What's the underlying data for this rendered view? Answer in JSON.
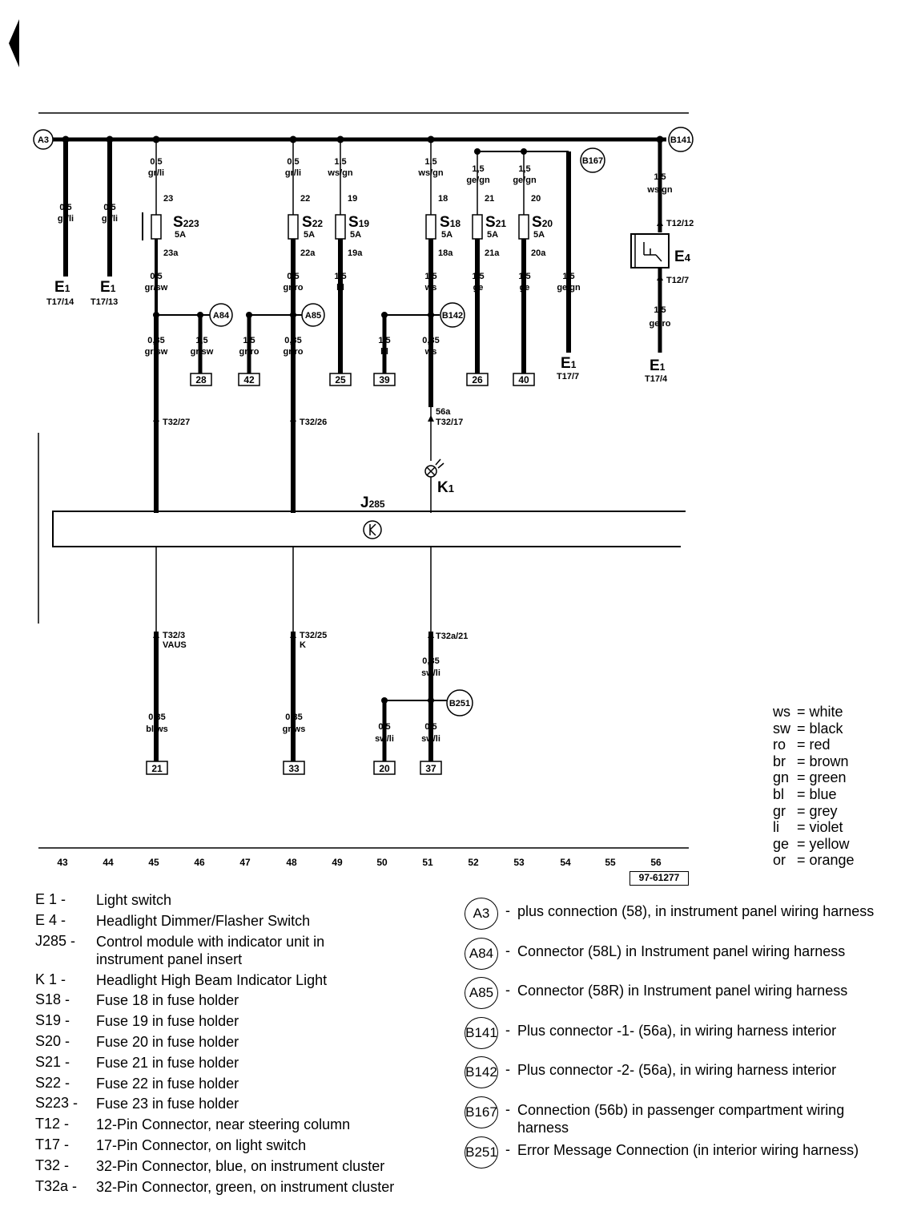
{
  "diagram": {
    "bus_nodes": [
      {
        "id": "a3",
        "label": "A3"
      },
      {
        "id": "b141",
        "label": "B141"
      },
      {
        "id": "b167",
        "label": "B167"
      },
      {
        "id": "a84",
        "label": "A84"
      },
      {
        "id": "a85",
        "label": "A85"
      },
      {
        "id": "b142",
        "label": "B142"
      },
      {
        "id": "b251",
        "label": "B251"
      }
    ],
    "wire_labels": {
      "w1": [
        "0,5",
        "gr/li"
      ],
      "w2": [
        "0,5",
        "gr/li"
      ],
      "w3a": [
        "0,5",
        "gr/li"
      ],
      "w3b": [
        "0,5",
        "gr/sw"
      ],
      "w3c": [
        "0,35",
        "gr/sw"
      ],
      "w4": [
        "1,5",
        "gr/sw"
      ],
      "w5": [
        "1,5",
        "gr/ro"
      ],
      "w6a": [
        "0,5",
        "gr/li"
      ],
      "w6b": [
        "0,5",
        "gr/ro"
      ],
      "w6c": [
        "0,35",
        "gr/ro"
      ],
      "w7a": [
        "1,5",
        "ws/gn"
      ],
      "w7b": [
        "1,5",
        "bl"
      ],
      "w8": [
        "1,5",
        "bl"
      ],
      "w9a": [
        "1,5",
        "ws/gn"
      ],
      "w9b": [
        "1,5",
        "ws"
      ],
      "w9c": [
        "0,35",
        "ws"
      ],
      "w10a": [
        "1,5",
        "ge/gn"
      ],
      "w10b": [
        "1,5",
        "ge"
      ],
      "w11a": [
        "1,5",
        "ge/gn"
      ],
      "w11b": [
        "1,5",
        "ge"
      ],
      "w12": [
        "1,5",
        "ge/gn"
      ],
      "w13a": [
        "1,5",
        "ws/gn"
      ],
      "w13b": [
        "1,5",
        "ge/ro"
      ],
      "w14": [
        "0,35",
        "bl/ws"
      ],
      "w15": [
        "0,35",
        "gr/ws"
      ],
      "w16": [
        "0,5",
        "sw/li"
      ],
      "w17a": [
        "0,35",
        "sw/li"
      ],
      "w17b": [
        "0,5",
        "sw/li"
      ]
    },
    "fuses": [
      {
        "name": "S",
        "sub": "223",
        "rating": "5A",
        "in": "23",
        "out": "23a"
      },
      {
        "name": "S",
        "sub": "22",
        "rating": "5A",
        "in": "22",
        "out": "22a"
      },
      {
        "name": "S",
        "sub": "19",
        "rating": "5A",
        "in": "19",
        "out": "19a"
      },
      {
        "name": "S",
        "sub": "18",
        "rating": "5A",
        "in": "18",
        "out": "18a"
      },
      {
        "name": "S",
        "sub": "21",
        "rating": "5A",
        "in": "21",
        "out": "21a"
      },
      {
        "name": "S",
        "sub": "20",
        "rating": "5A",
        "in": "20",
        "out": "20a"
      }
    ],
    "e1_terminals": [
      {
        "name": "E",
        "sub": "1",
        "pin": "T17/14"
      },
      {
        "name": "E",
        "sub": "1",
        "pin": "T17/13"
      },
      {
        "name": "E",
        "sub": "1",
        "pin": "T17/7"
      },
      {
        "name": "E",
        "sub": "1",
        "pin": "T17/4"
      }
    ],
    "e4": {
      "name": "E",
      "sub": "4",
      "pin_in": "T12/12",
      "pin_out": "T12/7"
    },
    "ground_boxes": [
      "28",
      "42",
      "25",
      "39",
      "26",
      "40",
      "21",
      "33",
      "20",
      "37"
    ],
    "connector_pins": {
      "t32_27": "T32/27",
      "t32_26": "T32/26",
      "t32_17a": "56a",
      "t32_17": "T32/17",
      "t32_3": "T32/3",
      "t32_3b": "VAUS",
      "t32_25": "T32/25",
      "t32_25b": "K",
      "t32a_21": "T32a/21"
    },
    "k1": {
      "name": "K",
      "sub": "1"
    },
    "j285": {
      "name": "J",
      "sub": "285"
    },
    "columns": [
      "43",
      "44",
      "45",
      "46",
      "47",
      "48",
      "49",
      "50",
      "51",
      "52",
      "53",
      "54",
      "55",
      "56"
    ],
    "ref_code": "97-61277"
  },
  "color_legend": [
    {
      "abbr": "ws",
      "name": "white"
    },
    {
      "abbr": "sw",
      "name": "black"
    },
    {
      "abbr": "ro",
      "name": "red"
    },
    {
      "abbr": "br",
      "name": "brown"
    },
    {
      "abbr": "gn",
      "name": "green"
    },
    {
      "abbr": "bl",
      "name": "blue"
    },
    {
      "abbr": "gr",
      "name": "grey"
    },
    {
      "abbr": "li",
      "name": "violet"
    },
    {
      "abbr": "ge",
      "name": "yellow"
    },
    {
      "abbr": "or",
      "name": "orange"
    }
  ],
  "components": [
    {
      "code": "E 1 -",
      "desc": "Light switch"
    },
    {
      "code": "E 4 -",
      "desc": "Headlight Dimmer/Flasher Switch"
    },
    {
      "code": "J285 -",
      "desc": "Control module with indicator unit in instrument panel insert"
    },
    {
      "code": "K 1 -",
      "desc": "Headlight High Beam Indicator Light"
    },
    {
      "code": "S18   -",
      "desc": "Fuse 18 in fuse holder"
    },
    {
      "code": "S19   -",
      "desc": "Fuse 19 in fuse holder"
    },
    {
      "code": "S20   -",
      "desc": "Fuse 20 in fuse holder"
    },
    {
      "code": "S21   -",
      "desc": "Fuse 21 in fuse holder"
    },
    {
      "code": "S22   -",
      "desc": "Fuse 22 in fuse holder"
    },
    {
      "code": "S223 -",
      "desc": "Fuse 23 in fuse holder"
    },
    {
      "code": "T12   -",
      "desc": "12-Pin Connector, near steering column"
    },
    {
      "code": "T17   -",
      "desc": "17-Pin Connector, on light switch"
    },
    {
      "code": "T32   -",
      "desc": "32-Pin Connector, blue, on instrument  cluster"
    },
    {
      "code": "T32a -",
      "desc": "32-Pin Connector, green, on instrument cluster"
    }
  ],
  "connections": [
    {
      "code": "A3",
      "desc": "plus connection (58), in instrument panel wiring harness"
    },
    {
      "code": "A84",
      "desc": "Connector (58L) in Instrument panel wiring harness"
    },
    {
      "code": "A85",
      "desc": "Connector (58R) in Instrument panel wiring harness"
    },
    {
      "code": "B141",
      "desc": "Plus connector -1- (56a), in wiring harness interior"
    },
    {
      "code": "B142",
      "desc": "Plus connector -2- (56a), in wiring harness interior"
    },
    {
      "code": "B167",
      "desc": "Connection (56b) in passenger compartment wiring harness"
    },
    {
      "code": "B251",
      "desc": "Error Message Connection (in interior wiring harness)"
    }
  ]
}
